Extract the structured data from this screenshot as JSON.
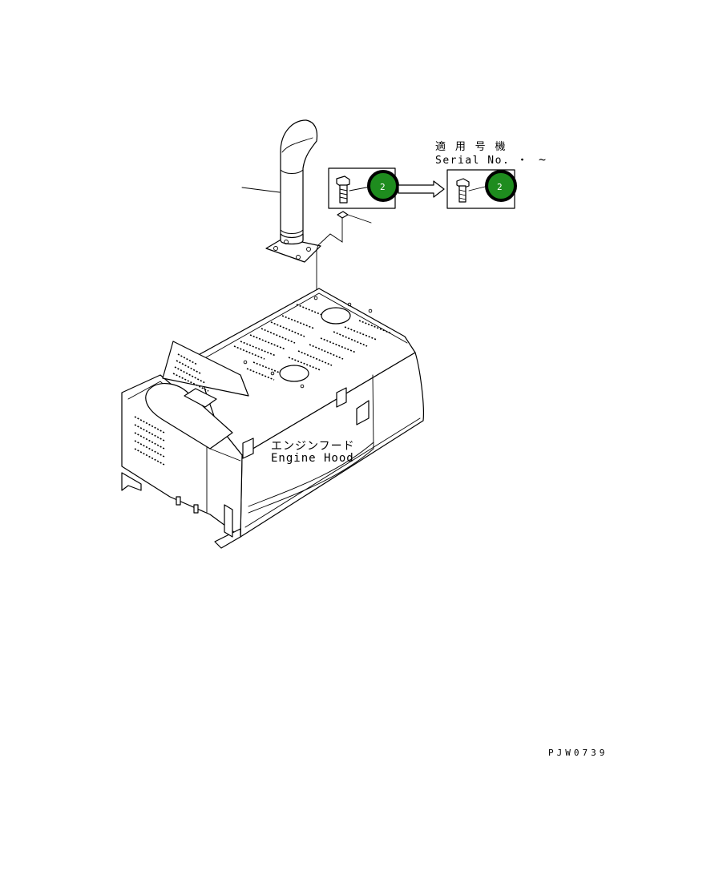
{
  "serial": {
    "line1": "適 用 号 機",
    "line2": "Serial No.",
    "dot": "・",
    "tilde": "~"
  },
  "badges": {
    "left": "2",
    "right": "2",
    "fill": "#1e8c1e",
    "ring": "#000000"
  },
  "hood_label": {
    "jp": "エンジンフード",
    "en": "Engine Hood"
  },
  "drawing_code": "PJW0739"
}
